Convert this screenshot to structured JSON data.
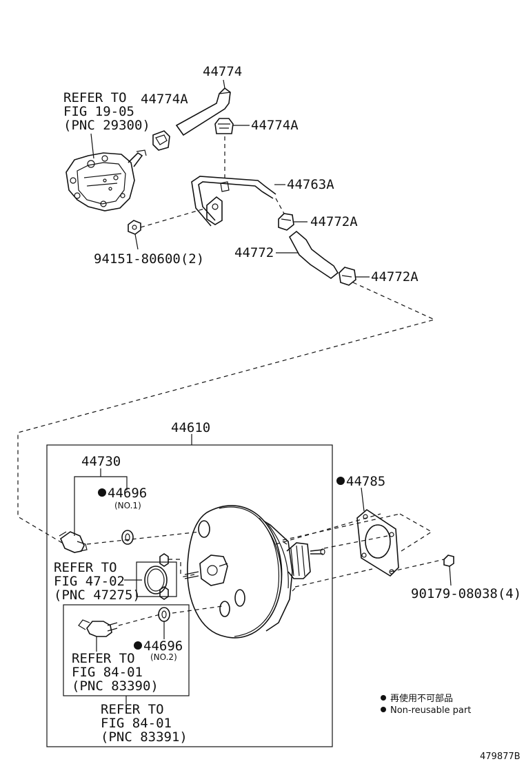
{
  "labels": {
    "refer_pump": [
      "REFER TO",
      "FIG 19-05",
      "(PNC 29300)"
    ],
    "p44774": "44774",
    "p44774a_1": "44774A",
    "p44774a_2": "44774A",
    "p44763a": "44763A",
    "p44772a_1": "44772A",
    "p44772": "44772",
    "p44772a_2": "44772A",
    "p94151": "94151-80600(2)",
    "p44610": "44610",
    "p44730": "44730",
    "p44696_1": "44696",
    "no1": "(NO.1)",
    "p44785": "44785",
    "refer_47": [
      "REFER TO",
      "FIG 47-02",
      "(PNC 47275)"
    ],
    "p90179": "90179-08038(4)",
    "p44696_2": "44696",
    "no2": "(NO.2)",
    "refer_84a": [
      "REFER TO",
      "FIG 84-01",
      "(PNC 83390)"
    ],
    "refer_84b": [
      "REFER TO",
      "FIG 84-01",
      "(PNC 83391)"
    ]
  },
  "legend": {
    "jp": "再使用不可部品",
    "en": "Non-reusable part"
  },
  "figure_id": "479877B",
  "colors": {
    "ink": "#111111",
    "background": "#ffffff"
  }
}
